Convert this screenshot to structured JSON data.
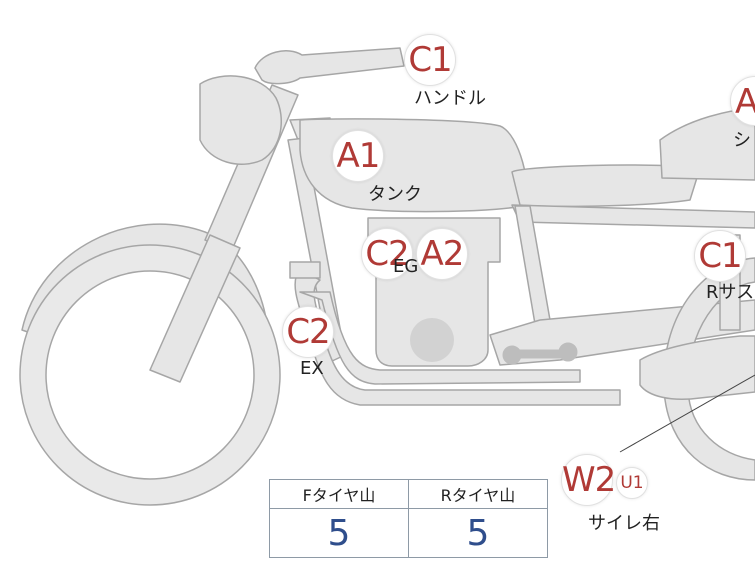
{
  "grades": {
    "handle_grade": "C1",
    "seat_grade": "A",
    "tank_grade": "A1",
    "engine_grade_c": "C2",
    "engine_grade_a": "A2",
    "exhaust_grade": "C2",
    "rear_susp_grade": "C1",
    "cover_grade_w": "W2",
    "cover_grade_u": "U1"
  },
  "labels": {
    "handle": "ハンドル",
    "seat": "シ",
    "tank": "タンク",
    "engine": "EG",
    "exhaust": "EX",
    "rear_susp": "Rサス",
    "side_cover": "サイレ右"
  },
  "tire_table": {
    "front_header": "Fタイヤ山",
    "rear_header": "Rタイヤ山",
    "front_value": "5",
    "rear_value": "5"
  },
  "colors": {
    "grade_text": "#b03a36",
    "tire_value_text": "#2f4e8c",
    "bike_fill": "#e6e6e6",
    "bike_stroke": "#a6a6a6"
  }
}
